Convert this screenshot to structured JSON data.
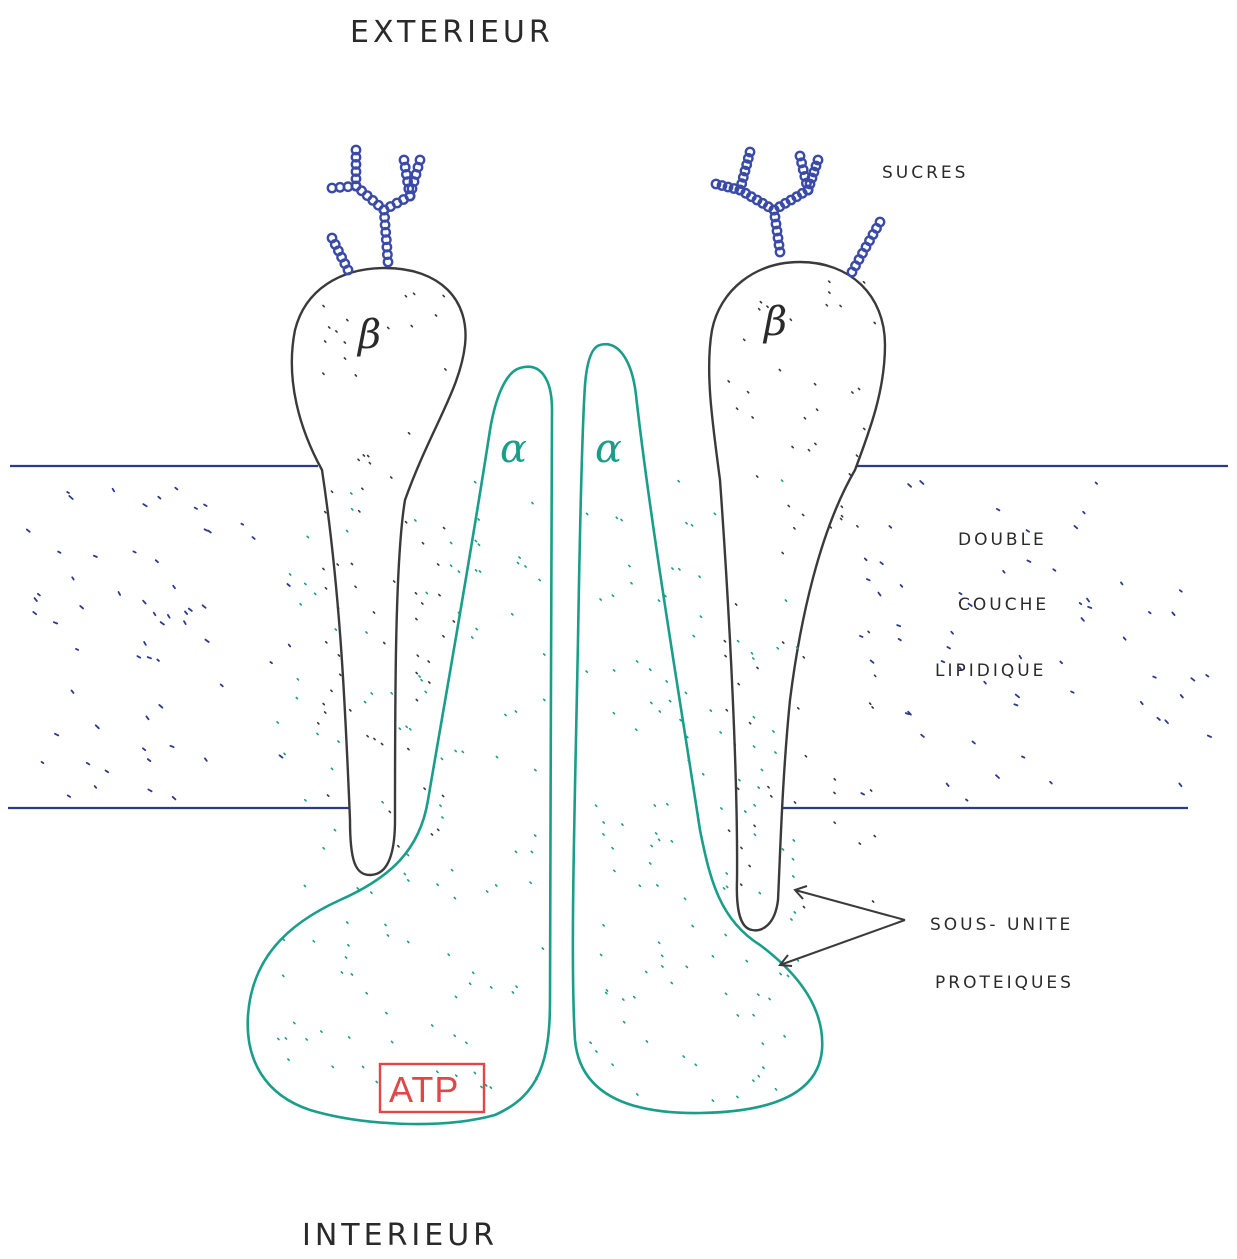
{
  "labels": {
    "exterior": "EXTERIEUR",
    "interior": "INTERIEUR",
    "sugars": "SUCRES",
    "bilayer_line1": "DOUBLE",
    "bilayer_line2": "COUCHE",
    "bilayer_line3": "LIPIDIQUE",
    "subunits_line1": "SOUS- UNITE",
    "subunits_line2": "PROTEIQUES",
    "beta_left": "β",
    "beta_right": "β",
    "alpha_left": "α",
    "alpha_right": "α",
    "atp": "ATP"
  },
  "colors": {
    "membrane_line": "#2b3a8c",
    "beta_outline": "#3a3a3a",
    "alpha_outline": "#1a9e8a",
    "sugar_chain": "#3a4aa8",
    "atp_box": "#e04848",
    "text": "#2a2a2a"
  }
}
